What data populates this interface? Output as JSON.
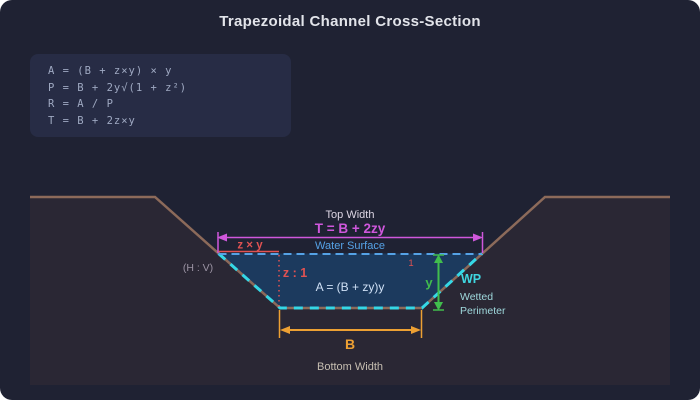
{
  "title": "Trapezoidal Channel Cross-Section",
  "formulas": {
    "area": "A = (B + z×y) × y",
    "wetted_perimeter": "P = B + 2y√(1 + z²)",
    "hydraulic_radius": "R = A / P",
    "top_width": "T = B + 2z×y"
  },
  "diagram": {
    "top_width_label": "Top Width",
    "top_width_formula": "T = B + 2zy",
    "side_offset_label": "z × y",
    "water_surface_label": "Water Surface",
    "slope_hv_label": "(H : V)",
    "slope_ratio_label": "z : 1",
    "slope_unit_label": "1",
    "area_formula": "A = (B + zy)y",
    "depth_label": "y",
    "wetted_perimeter_abbr": "WP",
    "wetted_perimeter_word1": "Wetted",
    "wetted_perimeter_word2": "Perimeter",
    "bottom_width_symbol": "B",
    "bottom_width_label": "Bottom Width"
  },
  "colors": {
    "background": "#1f2233",
    "panel_fill": "#272c45",
    "formula_text": "#9fa9c2",
    "title_text": "#e2e4ea",
    "earth_fill": "#2a2734",
    "ground_brown": "#8c6a5a",
    "water_fill": "#1c3a5e",
    "wetted_cyan": "#35d8e6",
    "surface_blue": "#55a2e6",
    "dimension_magenta": "#cf57dc",
    "slope_red": "#e05252",
    "depth_green": "#41bd4d",
    "bottom_orange": "#eda033",
    "wp_text_cyan": "#3fd6e0",
    "wp_subtext": "#9fd8dc",
    "hv_gray": "#9b93a3",
    "top_width_text": "#ddd6e4",
    "area_text": "#cfe0f5",
    "bottom_width_text": "#c6beb1"
  }
}
